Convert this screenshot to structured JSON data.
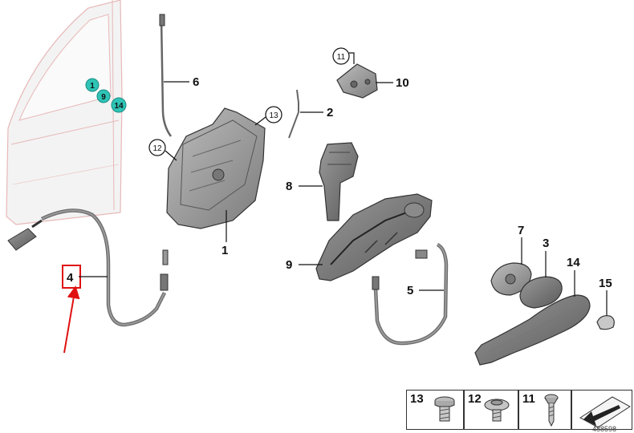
{
  "door_callouts": [
    "1",
    "9",
    "14"
  ],
  "part_labels": {
    "p1": "1",
    "p2": "2",
    "p3": "3",
    "p4": "4",
    "p5": "5",
    "p6": "6",
    "p7": "7",
    "p8": "8",
    "p9": "9",
    "p10": "10",
    "p14": "14",
    "p15": "15"
  },
  "circled_labels": {
    "c11": "11",
    "c12": "12",
    "c13": "13"
  },
  "hardware": [
    {
      "number": "13"
    },
    {
      "number": "12"
    },
    {
      "number": "11"
    }
  ],
  "reference_code": "488598",
  "colors": {
    "teal_marker": "#2ec4b6",
    "highlight_red": "#e01010",
    "part_gray": "#8f8f8f",
    "part_dark": "#5f5f5f",
    "door_fill": "#f1f1f1",
    "door_line": "#e7b7b7"
  }
}
